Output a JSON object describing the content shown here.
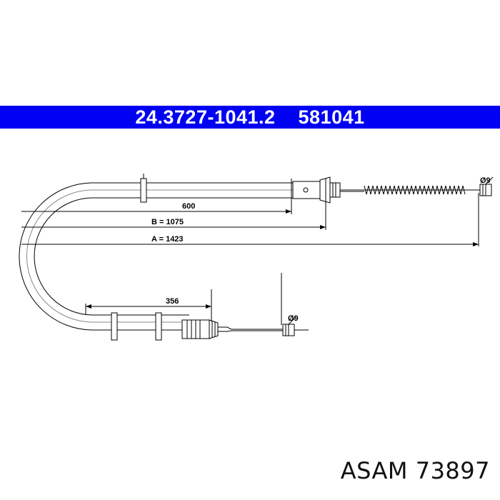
{
  "header": {
    "part_number": "24.3727-1041.2",
    "ref_number": "581041"
  },
  "dimensions": {
    "d600": "600",
    "b": "B = 1075",
    "a": "A = 1423",
    "d356": "356",
    "dia_top": "Ø9",
    "dia_bottom": "Ø9"
  },
  "footer": {
    "brand": "ASAM",
    "number": "73897"
  },
  "colors": {
    "banner": "#0000f2",
    "banner_text": "#ffffff",
    "line": "#000000"
  }
}
